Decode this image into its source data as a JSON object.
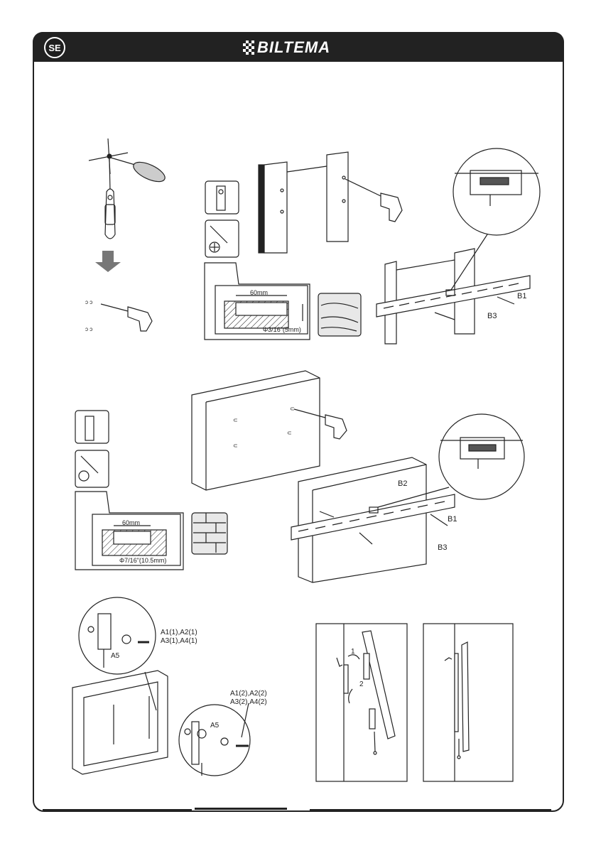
{
  "header": {
    "lang_badge": "SE",
    "brand": "BILTEMA"
  },
  "step1": {
    "depth_label": "60mm",
    "bit_label": "Φ3/16\"(5mm)",
    "part_b1": "B1",
    "part_b3": "B3"
  },
  "step2": {
    "depth_label": "60mm",
    "bit_label": "Φ7/16\"(10.5mm)",
    "part_b1": "B1",
    "part_b2": "B2",
    "part_b3": "B3"
  },
  "step3": {
    "callout_top": [
      "A1(1),A2(1)",
      "A3(1),A4(1)"
    ],
    "callout_bottom": [
      "A1(2),A2(2)",
      "A3(2),A4(2)"
    ],
    "washer_top": "A5",
    "washer_bottom": "A5",
    "tilt_step1": "1",
    "tilt_step2": "2"
  },
  "colors": {
    "header_bg": "#222222",
    "line": "#222222",
    "arrow": "#777777"
  }
}
